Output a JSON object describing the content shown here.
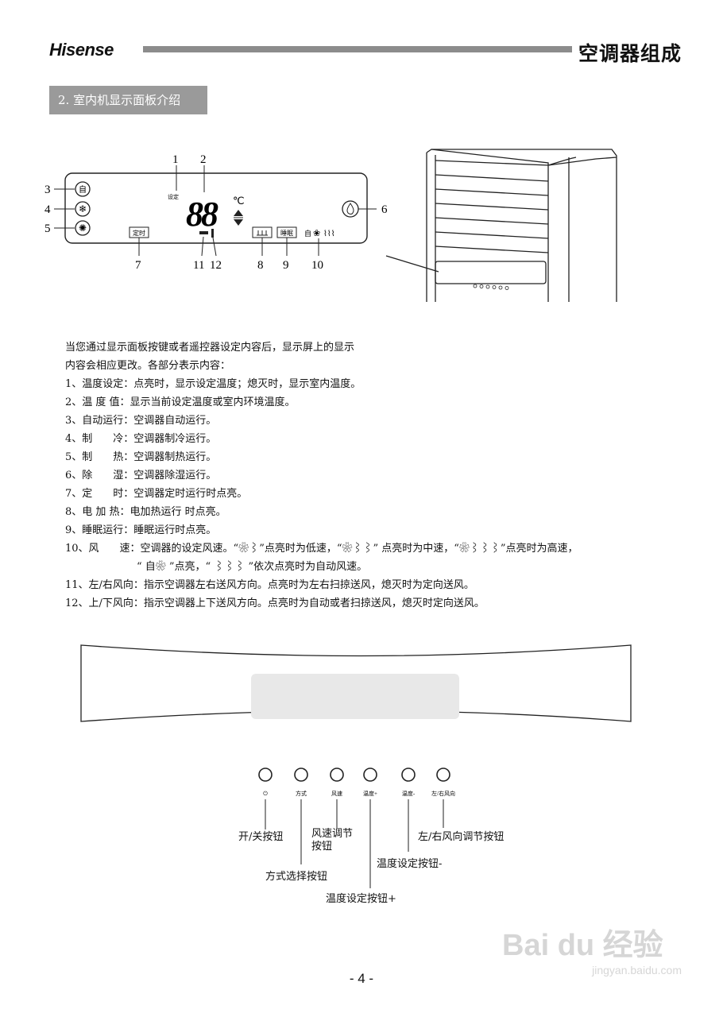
{
  "header": {
    "brand": "Hisense",
    "title": "空调器组成"
  },
  "section": {
    "label": "2. 室内机显示面板介绍"
  },
  "panel": {
    "callouts": [
      "1",
      "2",
      "3",
      "4",
      "5",
      "6",
      "7",
      "8",
      "9",
      "10",
      "11",
      "12"
    ],
    "seg_digits": "88",
    "temp_unit": "℃",
    "set_label": "设定",
    "timer_label": "定时",
    "sleep_label": "睡眠",
    "auto_label": "自"
  },
  "description": {
    "intro_line1": "当您通过显示面板按键或者遥控器设定内容后，显示屏上的显示",
    "intro_line2": "内容会相应更改。各部分表示内容：",
    "items": [
      "1、温度设定：点亮时，显示设定温度；熄灭时，显示室内温度。",
      "2、温 度 值：显示当前设定温度或室内环境温度。",
      "3、自动运行：空调器自动运行。",
      "4、制　　冷：空调器制冷运行。",
      "5、制　　热：空调器制热运行。",
      "6、除　　湿：空调器除湿运行。",
      "7、定　　时：空调器定时运行时点亮。",
      "8、电 加 热：电加热运行 时点亮。",
      "9、睡眠运行：睡眠运行时点亮。",
      "10、风　　速：空调器的设定风速。“❀⌇”点亮时为低速，“❀⌇⌇” 点亮时为中速，“❀⌇⌇⌇”点亮时为高速，",
      "“ 自❀ ”点亮，“ ⌇⌇⌇ ”依次点亮时为自动风速。",
      "11、左/右风向：指示空调器左右送风方向。点亮时为左右扫掠送风，熄灭时为定向送风。",
      "12、上/下风向：指示空调器上下送风方向。点亮时为自动或者扫掠送风，熄灭时定向送风。"
    ]
  },
  "control_panel": {
    "buttons": [
      {
        "label": "⏻",
        "name": "power"
      },
      {
        "label": "方式",
        "name": "mode"
      },
      {
        "label": "风速",
        "name": "fan-speed"
      },
      {
        "label": "温度+",
        "name": "temp-up"
      },
      {
        "label": "温度-",
        "name": "temp-down"
      },
      {
        "label": "左/右风向",
        "name": "swing"
      }
    ],
    "callouts": {
      "power": "开/关按钮",
      "mode": "方式选择按钮",
      "fan_line1": "风速调节",
      "fan_line2": "按钮",
      "temp_up": "温度设定按钮+",
      "temp_down": "温度设定按钮-",
      "swing": "左/右风向调节按钮"
    }
  },
  "footer": {
    "page_number": "- 4 -",
    "watermark_brand": "Bai du 经验",
    "watermark_url": "jingyan.baidu.com"
  }
}
